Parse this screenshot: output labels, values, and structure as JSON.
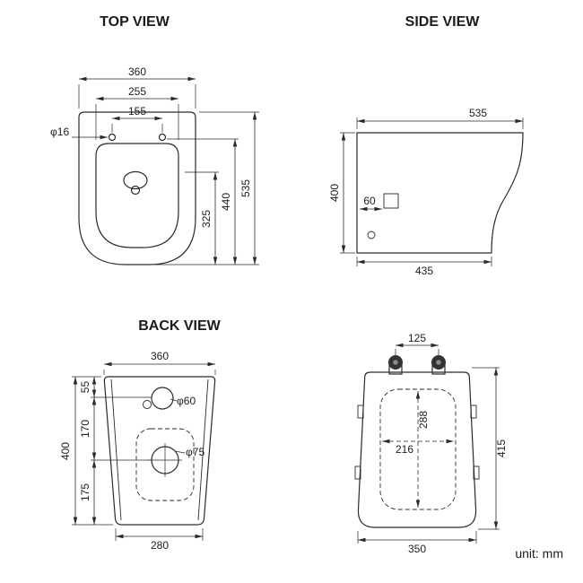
{
  "unit_label": "unit: mm",
  "colors": {
    "line": "#2a2a2a",
    "text": "#1c1c1c",
    "background": "#ffffff"
  },
  "views": {
    "top": {
      "title": "TOP VIEW",
      "dims": {
        "overall_width": "360",
        "rim_width": "255",
        "hole_spacing": "155",
        "hole_diameter": "φ16",
        "overall_depth": "535",
        "hinge_depth": "440",
        "bowl_depth": "325"
      }
    },
    "side": {
      "title": "SIDE VIEW",
      "dims": {
        "top_length": "535",
        "height": "400",
        "inlet": "60",
        "base_length": "435"
      }
    },
    "back": {
      "title": "BACK VIEW",
      "dims": {
        "top_width": "360",
        "height": "400",
        "seg_top": "55",
        "seg_mid": "170",
        "seg_bottom": "175",
        "inlet_diameter": "φ60",
        "outlet_diameter": "φ75",
        "base_width": "280"
      }
    },
    "seat": {
      "dims": {
        "hinge_spacing": "125",
        "outer_length": "415",
        "outer_width": "350",
        "inner_length": "288",
        "inner_width": "216"
      }
    }
  }
}
